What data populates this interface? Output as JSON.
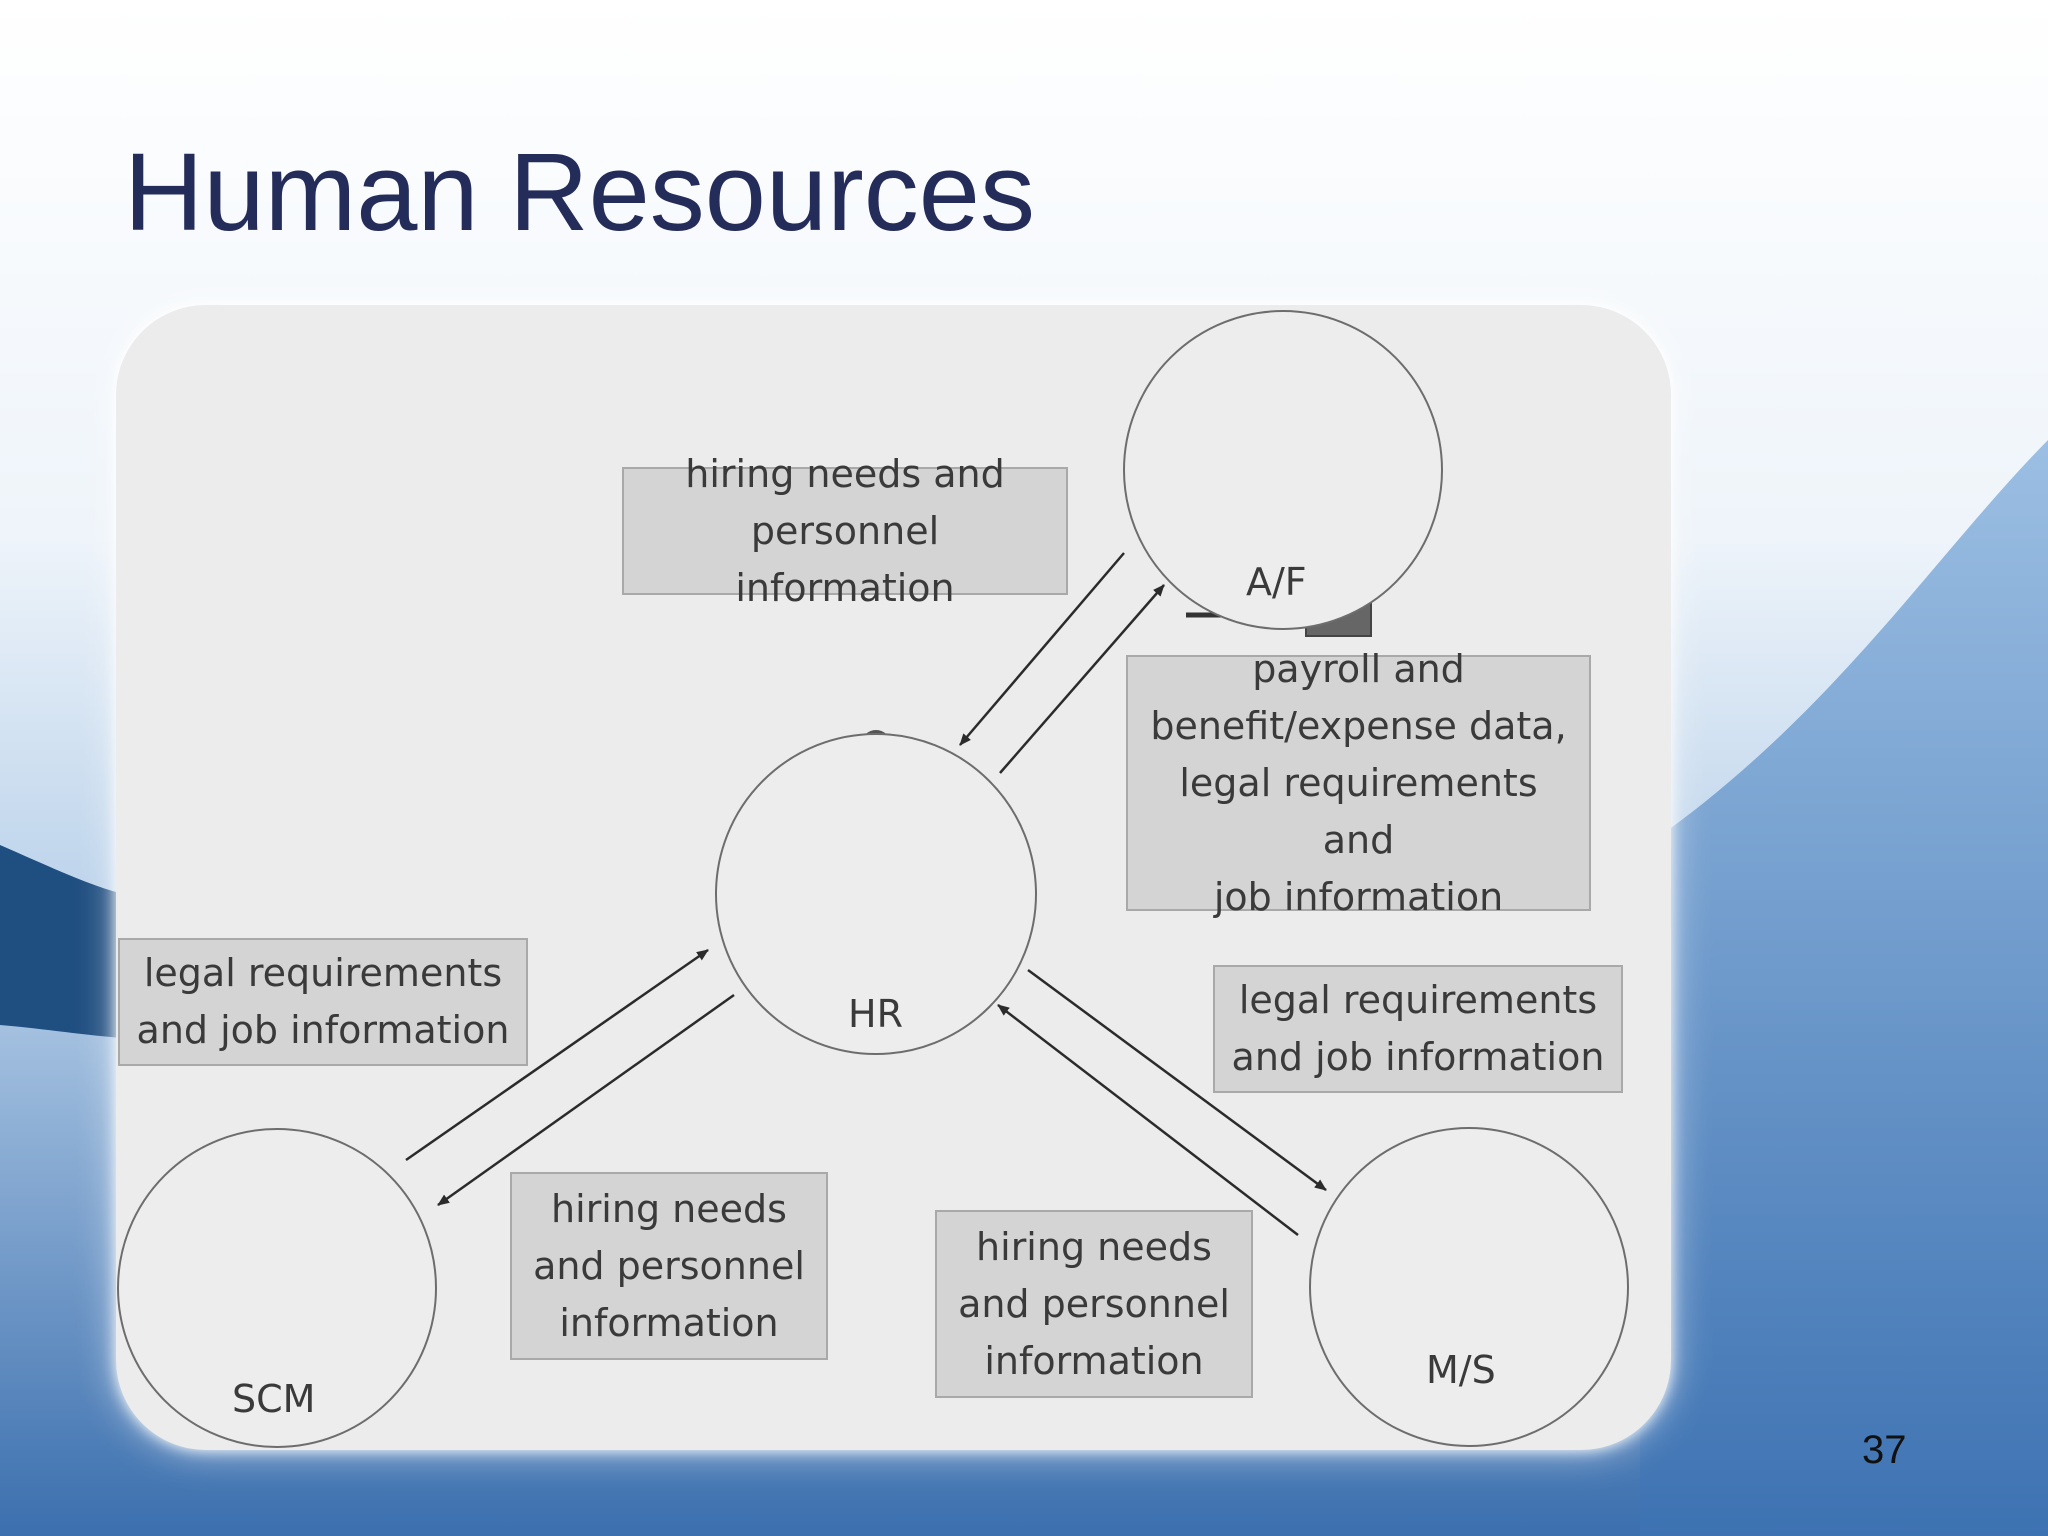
{
  "slide": {
    "title": "Human Resources",
    "page_number": "37",
    "colors": {
      "title": "#242c59",
      "background_top": "#ffffff",
      "background_bottom": "#3b6fae",
      "accent_dark": "#1f4e80"
    }
  },
  "diagram": {
    "nodes": [
      {
        "id": "hr",
        "label": "HR",
        "icon": "manager-org-chart-icon"
      },
      {
        "id": "af",
        "label": "A/F",
        "icon": "office-worker-computer-icon"
      },
      {
        "id": "scm",
        "label": "SCM",
        "icon": "construction-worker-icon"
      },
      {
        "id": "ms",
        "label": "M/S",
        "icon": "salesperson-phone-icon"
      }
    ],
    "flows": [
      {
        "from": "af",
        "to": "hr",
        "text": "hiring needs and\npersonnel information"
      },
      {
        "from": "hr",
        "to": "af",
        "text": "payroll and\nbenefit/expense data,\nlegal requirements and\njob information"
      },
      {
        "from": "hr",
        "to": "scm",
        "text": "legal requirements\nand job information"
      },
      {
        "from": "scm",
        "to": "hr",
        "text": "hiring needs\nand personnel\ninformation"
      },
      {
        "from": "hr",
        "to": "ms",
        "text": "legal requirements\nand job information"
      },
      {
        "from": "ms",
        "to": "hr",
        "text": "hiring needs\nand personnel\ninformation"
      }
    ]
  }
}
